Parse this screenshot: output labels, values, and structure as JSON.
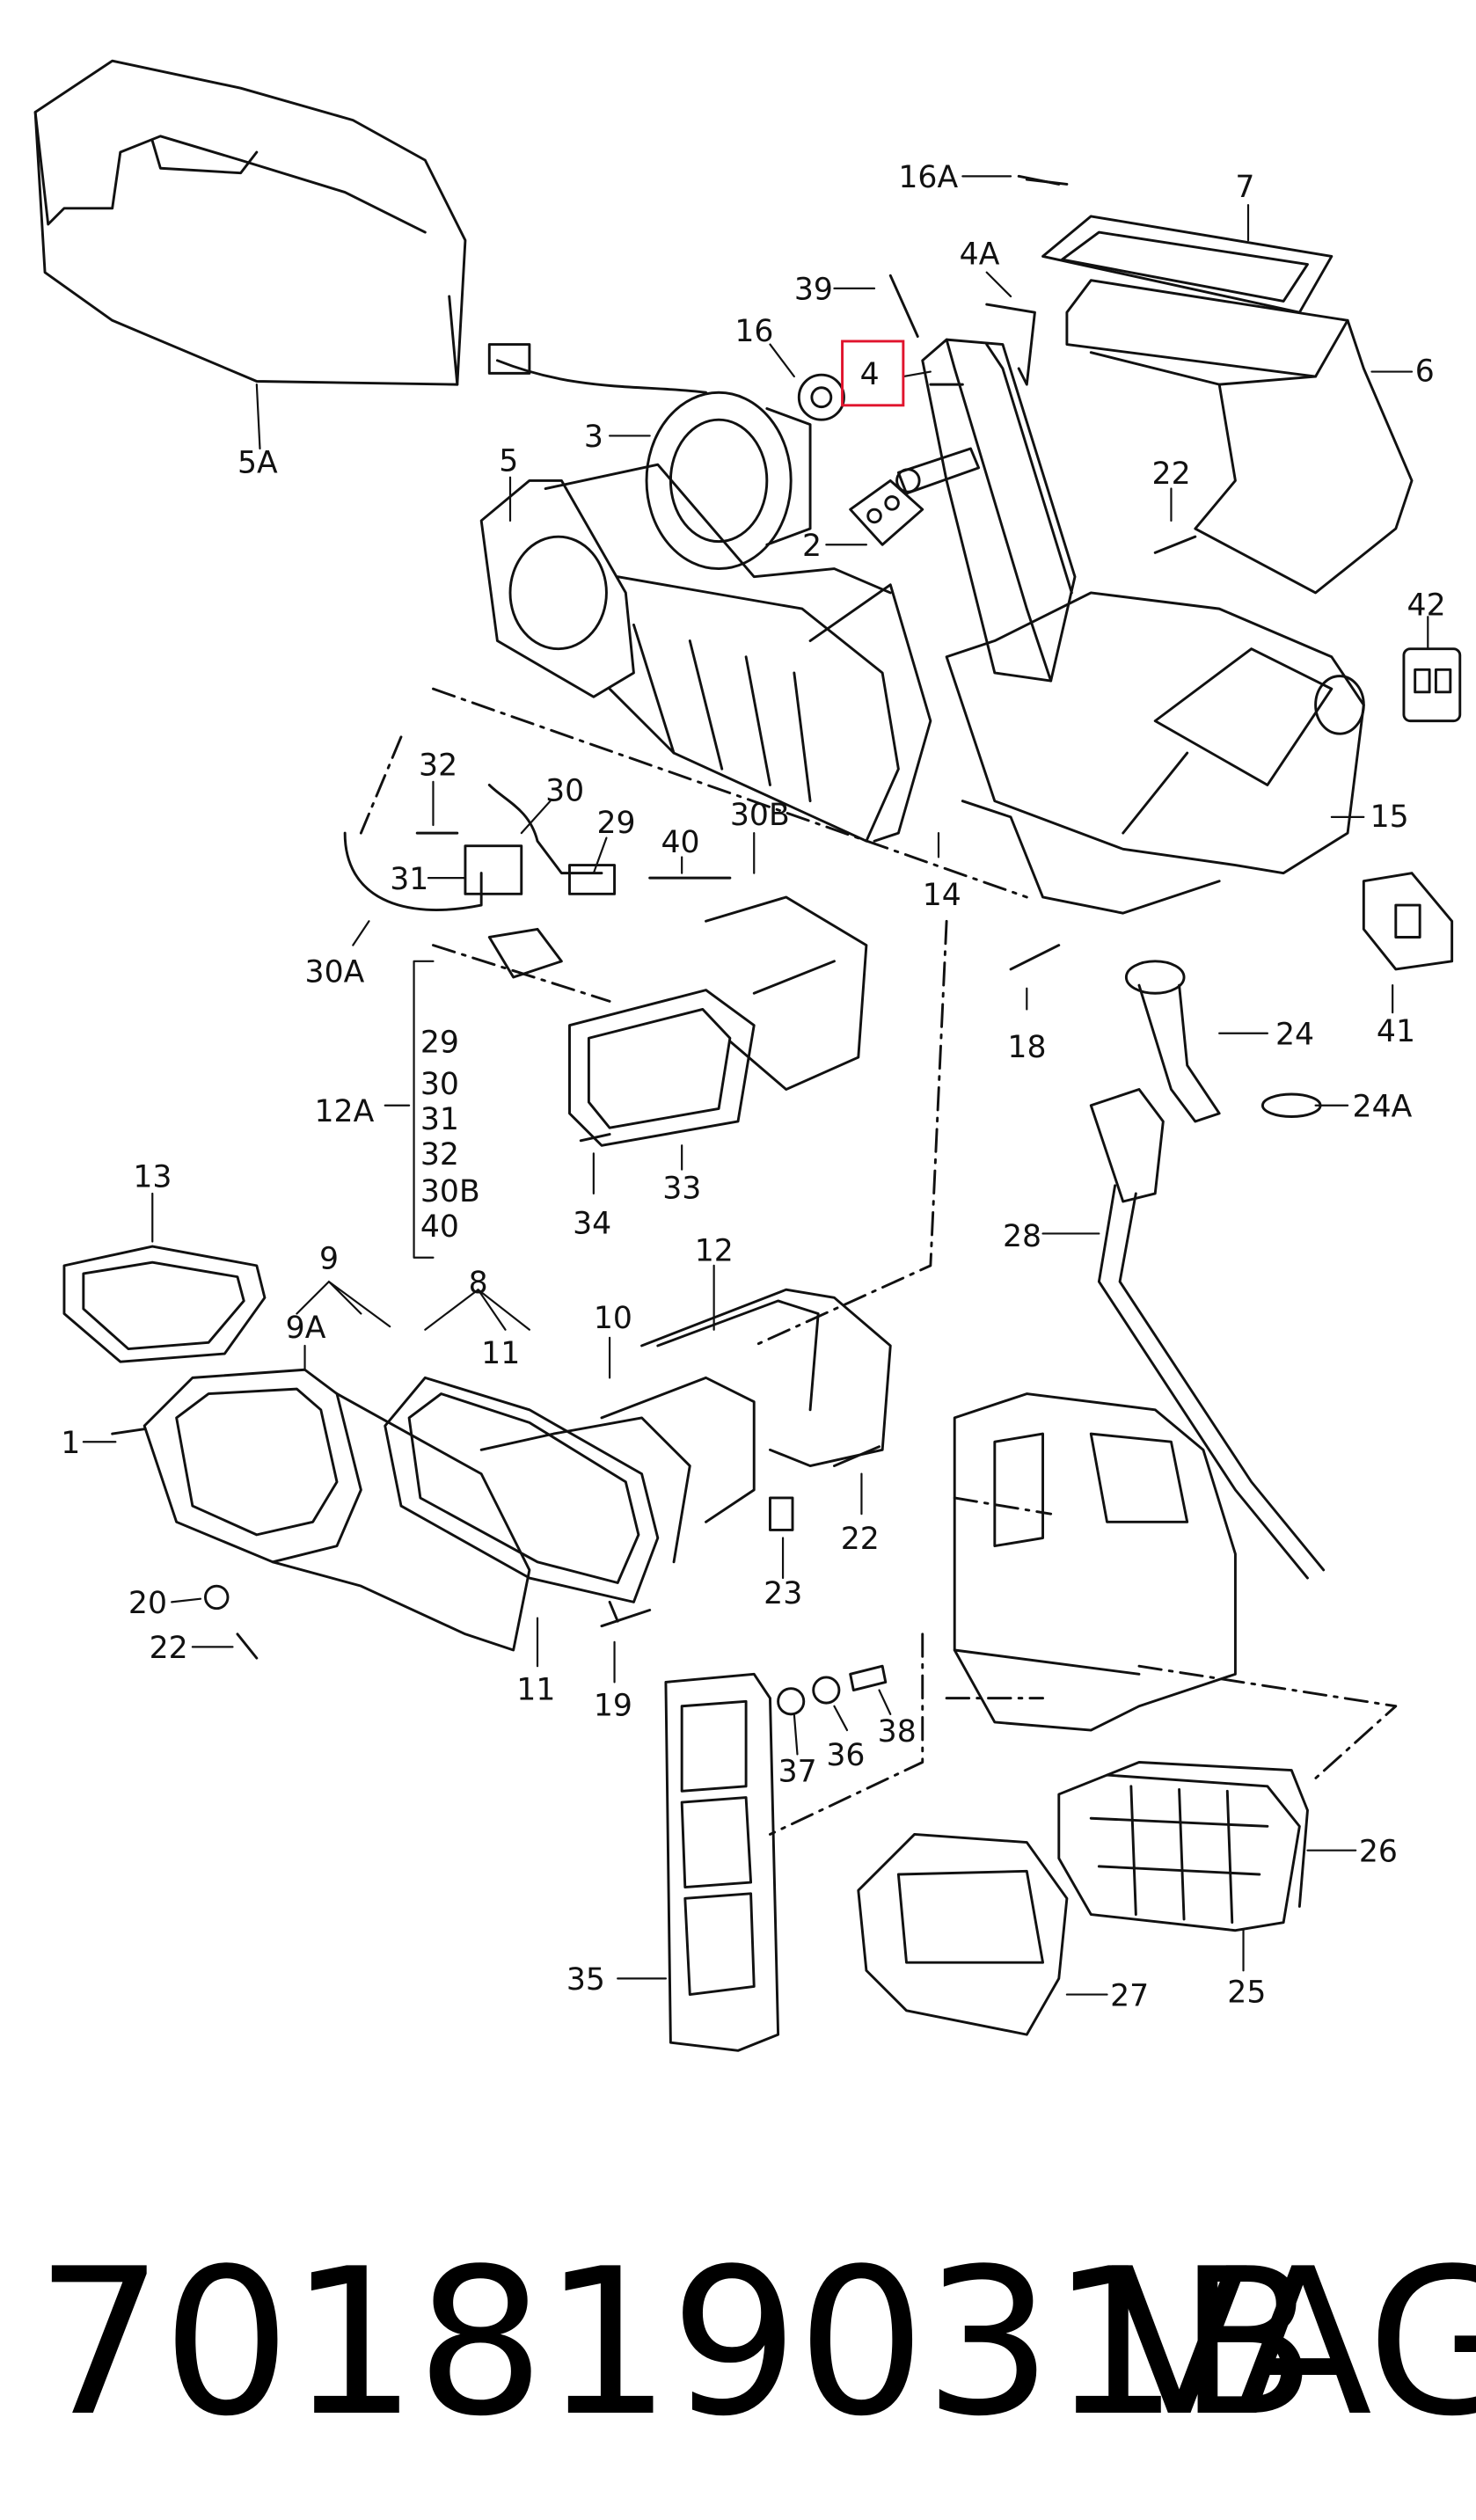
{
  "diagram": {
    "highlighted_callout": "4",
    "highlight_color": "#e0142d",
    "line_color": "#111111",
    "callouts": [
      "16A",
      "7",
      "4A",
      "39",
      "16",
      "4",
      "6",
      "5A",
      "3",
      "22",
      "5",
      "2",
      "42",
      "32",
      "30",
      "29",
      "40",
      "30B",
      "31",
      "14",
      "15",
      "30A",
      "41",
      "18",
      "24",
      "24A",
      "29",
      "30",
      "31",
      "32",
      "30B",
      "40",
      "12A",
      "33",
      "34",
      "28",
      "13",
      "9",
      "8",
      "12",
      "9A",
      "10",
      "11",
      "1",
      "20",
      "22",
      "23",
      "22",
      "11",
      "19",
      "37",
      "36",
      "38",
      "35",
      "26",
      "27",
      "25"
    ]
  },
  "footer": {
    "part_number": "701819031B",
    "brand": "VAG"
  }
}
